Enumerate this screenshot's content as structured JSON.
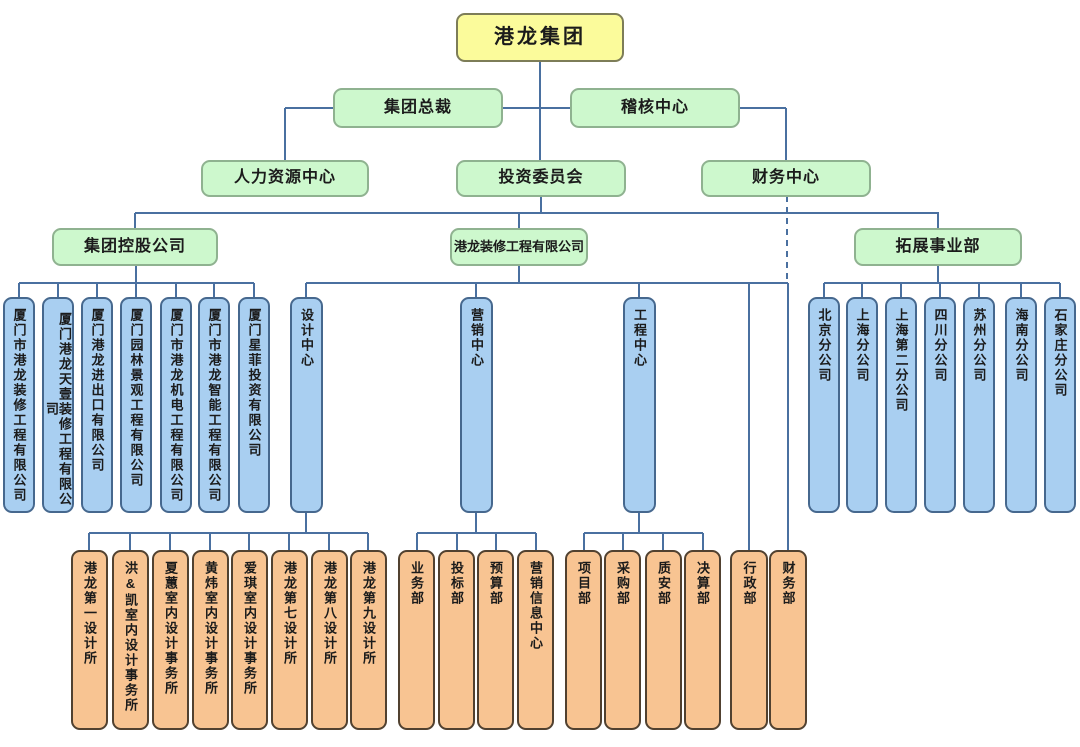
{
  "chart": {
    "root": "港龙集团",
    "level2": [
      "集团总裁",
      "稽核中心"
    ],
    "level3": [
      "人力资源中心",
      "投资委员会",
      "财务中心"
    ],
    "level4": [
      "集团控股公司",
      "港龙装修工程有限公司",
      "拓展事业部"
    ],
    "holding_subsidiaries": [
      "厦门市港龙装修工程有限公司",
      "厦门港龙天壹装修工程有限公司",
      "厦门港龙进出口有限公司",
      "厦门园林景观工程有限公司",
      "厦门市港龙机电工程有限公司",
      "厦门市港龙智能工程有限公司",
      "厦门星菲投资有限公司"
    ],
    "decoration_centers": [
      "设计中心",
      "营销中心",
      "工程中心"
    ],
    "decoration_direct_departments": [
      "行政部",
      "财务部"
    ],
    "expansion_branches": [
      "北京分公司",
      "上海分公司",
      "上海第二分公司",
      "四川分公司",
      "苏州分公司",
      "海南分公司",
      "石家庄分公司"
    ],
    "design_studios": [
      "港龙第一设计所",
      "洪&凯室内设计事务所",
      "夏蕙室内设计事务所",
      "黄炜室内设计事务所",
      "爱琪室内设计事务所",
      "港龙第七设计所",
      "港龙第八设计所",
      "港龙第九设计所"
    ],
    "marketing_departments": [
      "业务部",
      "投标部",
      "预算部",
      "营销信息中心"
    ],
    "engineering_departments": [
      "项目部",
      "采购部",
      "质安部",
      "决算部"
    ],
    "colors": {
      "root_fill": "#fbfb9b",
      "root_border": "#7d7d58",
      "level_fill": "#cdf8cd",
      "level_border": "#8fb290",
      "branch_fill": "#a9cff1",
      "branch_border": "#46688e",
      "leaf_fill": "#f8c492",
      "leaf_border": "#514130",
      "connector": "#4a70a0"
    }
  }
}
